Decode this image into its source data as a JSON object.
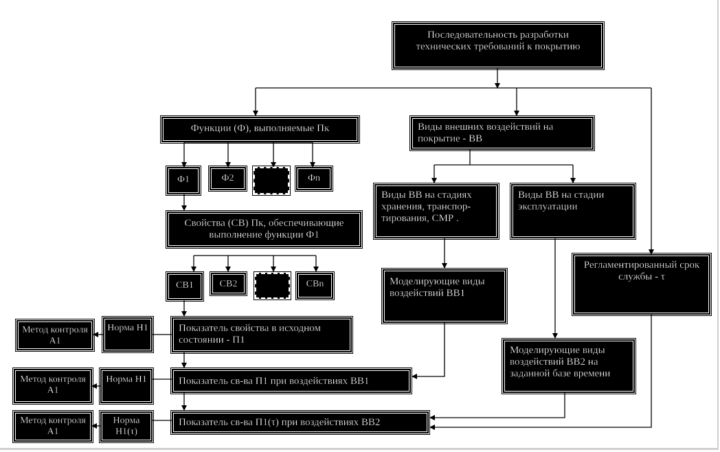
{
  "root": "Последовательность разработки технических требований к покрытию",
  "functions": "Функции (Ф), выполняемые Пк",
  "f_items": [
    "Ф1",
    "Ф2",
    "Фn"
  ],
  "properties": "Свойства (СВ) Пк, обеспечивающие выполнение функции Ф1",
  "sv_items": [
    "СВ1",
    "СВ2",
    "СВn"
  ],
  "external": "Виды внешних воздействий на покрытие - ВВ",
  "storage": "Виды ВВ на стадиях хранения, транспор-тирования, СМР .",
  "operation": "Виды ВВ на стадии эксплуатации",
  "model1": "Моделирующие виды воздействий ВВ1",
  "model2": "Моделирующие виды воздействий ВВ2 на заданной базе времени",
  "service": "Регламентированный срок службы - τ",
  "indicator1": "Показатель свойства в исходном состоянии - П1",
  "indicator2": "Показатель св-ва П1 при воздействиях ВВ1",
  "indicator3": "Показатель св-ва П1(τ) при воздействиях ВВ2",
  "norm1": "Норма Н1",
  "norm2": "Норма Н1",
  "norm3": "Норма Н1(τ)",
  "method1": "Метод контроля А1",
  "method2": "Метод контроля А1",
  "method3": "Метод контроля А1"
}
